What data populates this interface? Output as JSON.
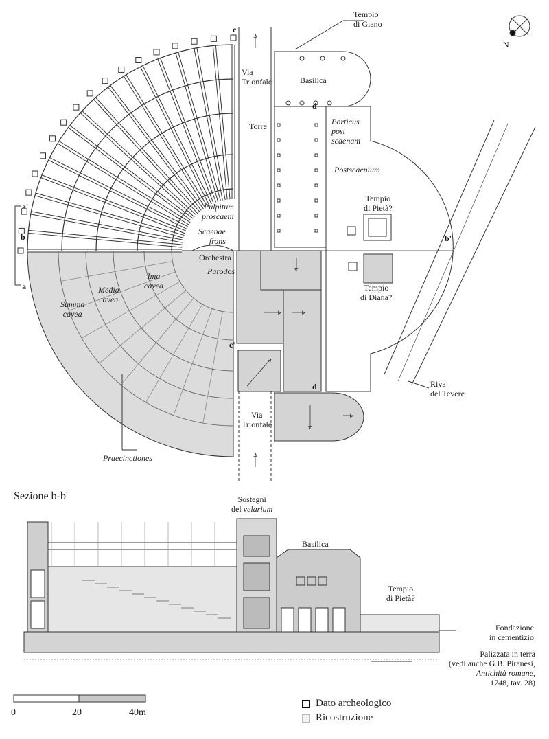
{
  "plan": {
    "labels": {
      "tempio_giano": "Tempio\ndi Giano",
      "via_trionfale_top": "Via\nTrionfale",
      "basilica": "Basilica",
      "torre": "Torre",
      "porticus": "Porticus\npost\nscaenam",
      "postscaenium": "Postscaenium",
      "pulpitum": "Pulpitum\nproscaeni",
      "scaenae_frons": "Scaenae\nfrons",
      "tempio_pieta": "Tempio\ndi Pietà?",
      "orchestra": "Orchestra",
      "parodos": "Parodos",
      "ima_cavea": "Ima\ncavea",
      "media_cavea": "Media\ncavea",
      "summa_cavea": "Summa\ncavea",
      "tempio_diana": "Tempio\ndi Diana?",
      "riva_tevere": "Riva\ndel Tevere",
      "via_trionfale_bottom": "Via\nTrionfale",
      "praecinctiones": "Praecinctiones"
    },
    "section_marks": {
      "a": "a",
      "a_prime": "a'",
      "b": "b",
      "b_prime": "b'",
      "c": "c",
      "c_prime": "c'",
      "d": "d",
      "d_prime": "d'"
    },
    "north": "N"
  },
  "section": {
    "title": "Sezione b-b'",
    "sostegni": "Sostegni",
    "velarium_prefix": "del ",
    "velarium": "velarium",
    "basilica": "Basilica",
    "tempio_pieta": "Tempio\ndi Pietà?",
    "fondazione": "Fondazione\nin cementizio",
    "palizzata_1": "Palizzata in terra",
    "palizzata_2": "(vedi anche G.B. Piranesi,",
    "palizzata_3": "Antichità romane,",
    "palizzata_4": "1748, tav. 28)"
  },
  "legend": {
    "archeologico": "Dato archeologico",
    "ricostruzione": "Ricostruzione"
  },
  "scale": {
    "l0": "0",
    "l20": "20",
    "l40": "40m"
  },
  "colors": {
    "line": "#333333",
    "fill": "#d4d4d4",
    "dark": "#555555"
  }
}
